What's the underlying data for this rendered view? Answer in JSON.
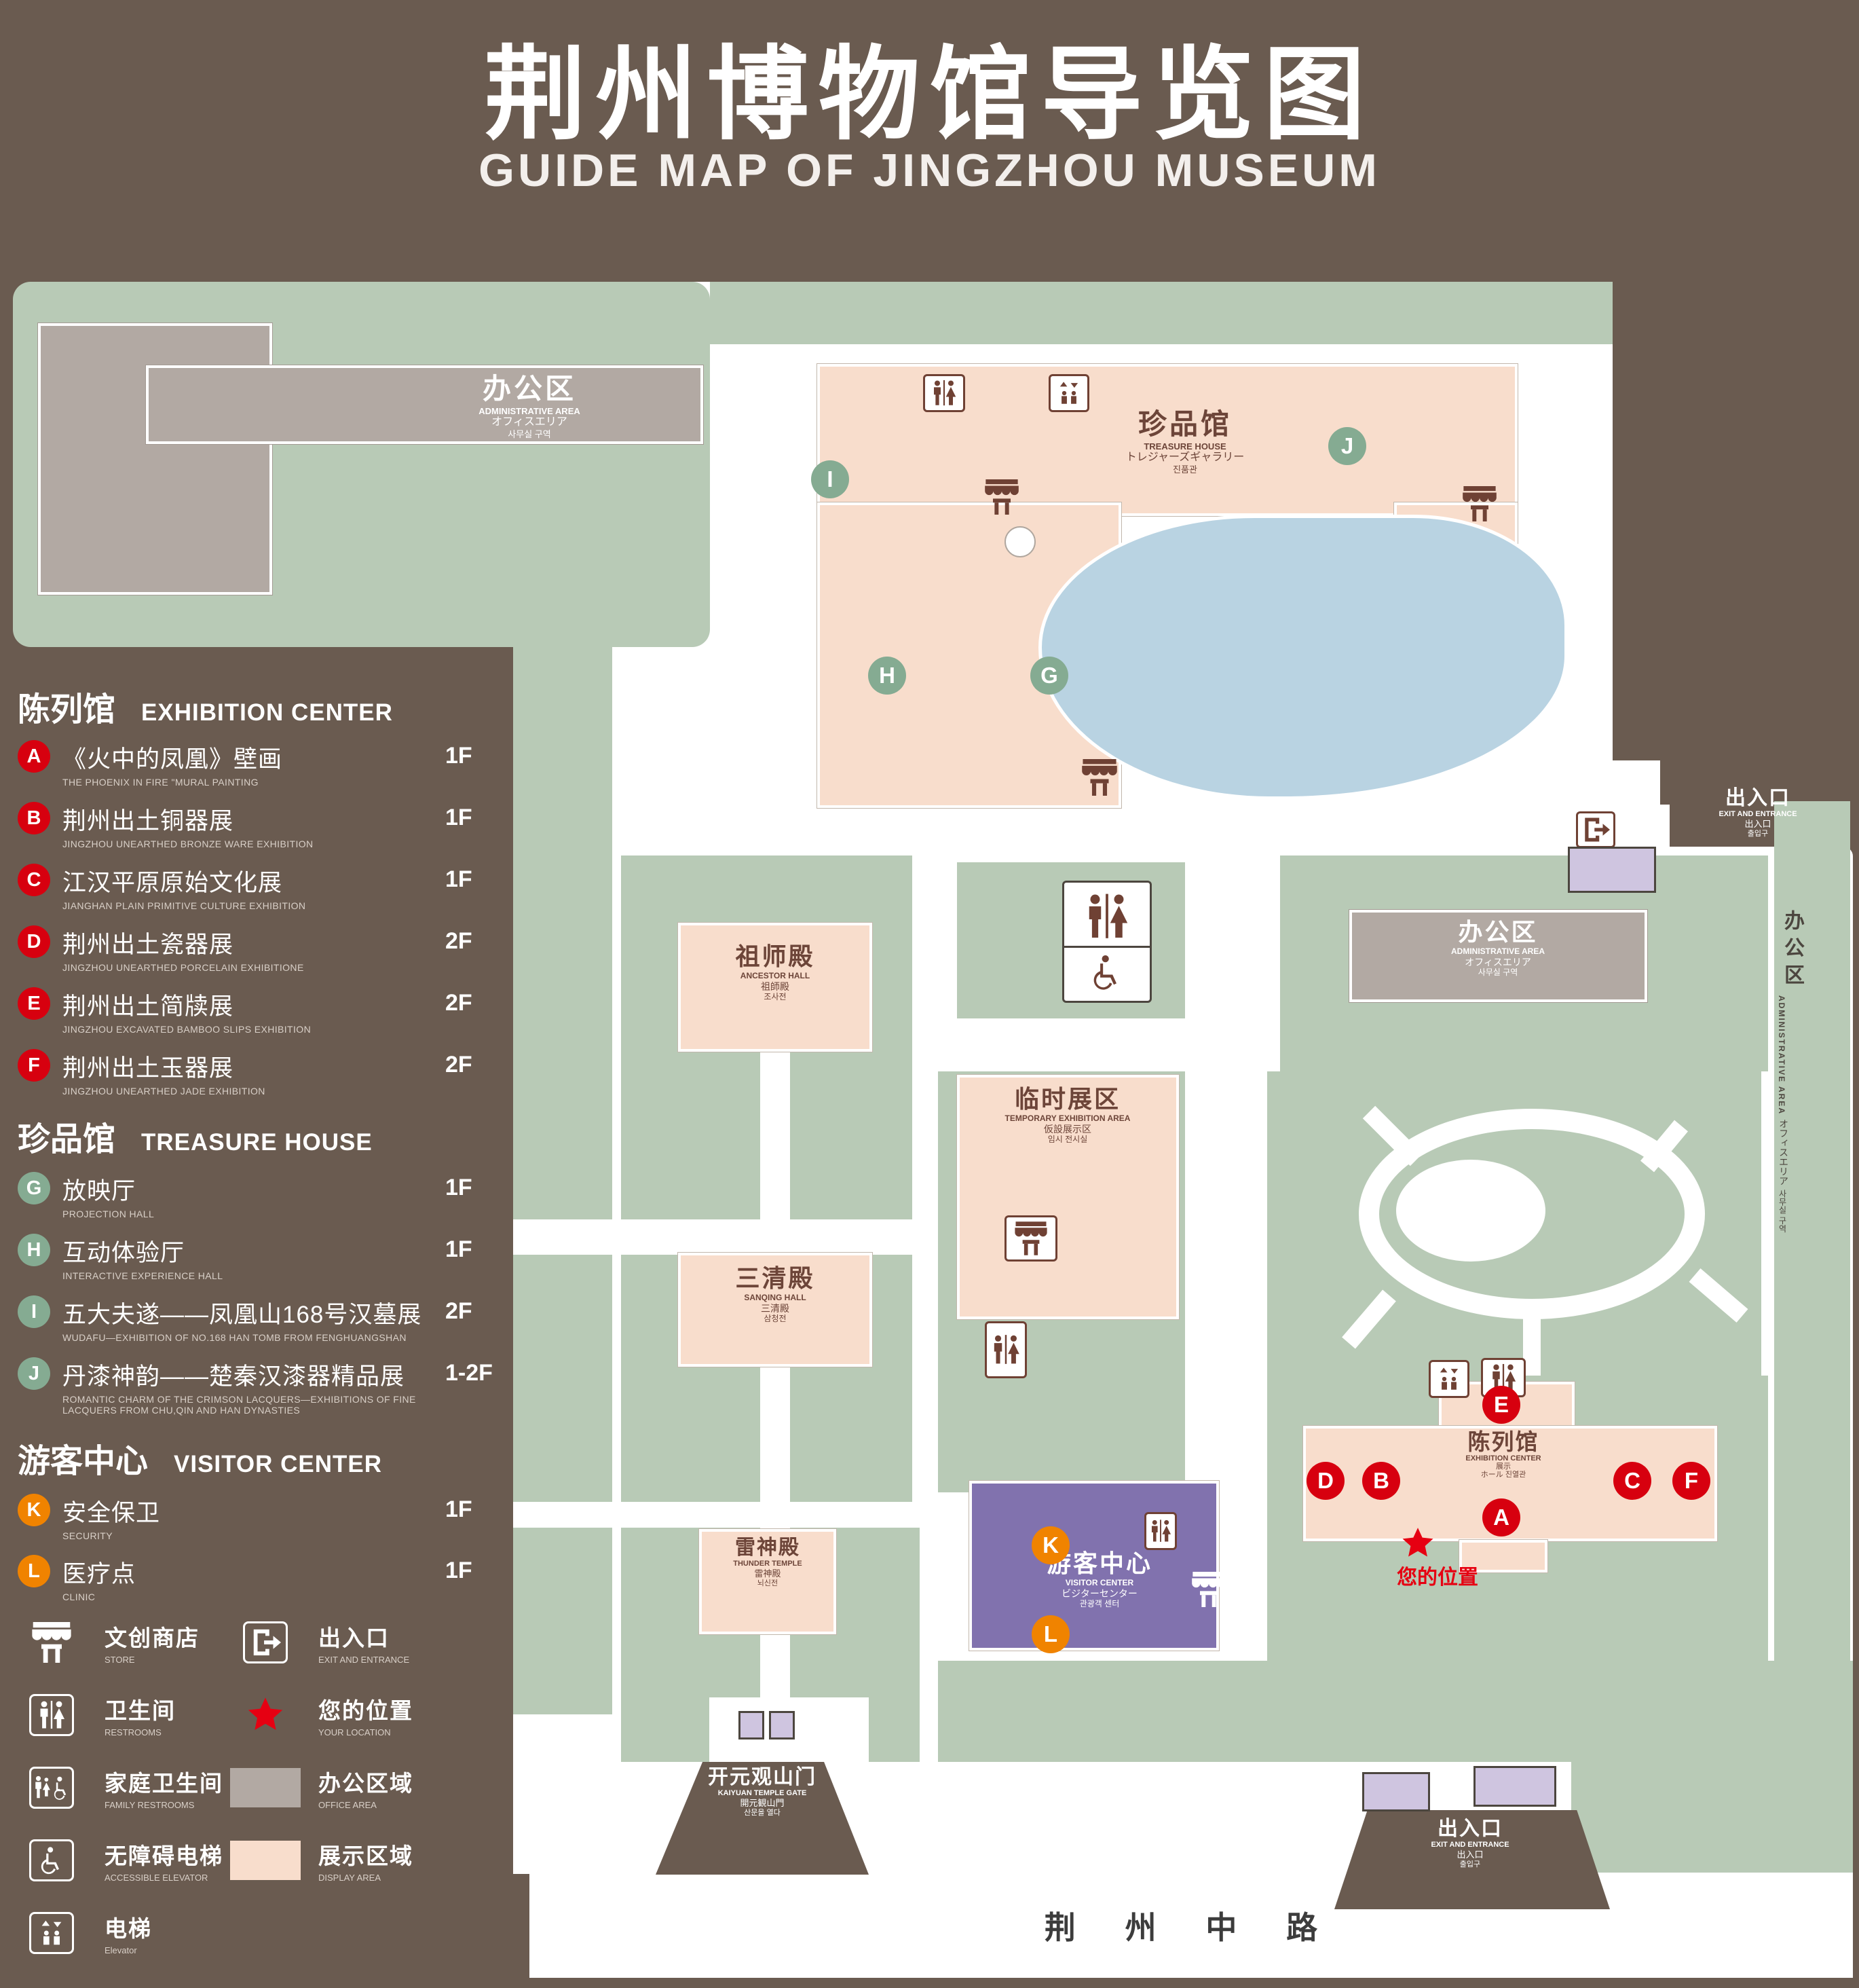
{
  "header": {
    "title_zh": "荆州博物馆导览图",
    "title_en": "GUIDE MAP OF JINGZHOU MUSEUM"
  },
  "colors": {
    "background_brown": "#6a5b50",
    "landscape_green": "#b8cab6",
    "display_area_pink": "#f8ddcc",
    "office_area_gray": "#b2a9a3",
    "lake_blue": "#b9d3e2",
    "visitor_center_purple": "#8172ae",
    "entrance_lavender": "#cfc5e0",
    "icon_maroon": "#6f4134",
    "marker_red": "#d7000f",
    "marker_green": "#85ab92",
    "marker_orange": "#f08300",
    "location_red": "#e60012"
  },
  "legend": {
    "sections": [
      {
        "heading_zh": "陈列馆",
        "heading_en": "EXHIBITION CENTER",
        "items": [
          {
            "letter": "A",
            "zh": "《火中的凤凰》壁画",
            "en": "THE PHOENIX IN FIRE \"MURAL PAINTING",
            "floor": "1F"
          },
          {
            "letter": "B",
            "zh": "荆州出土铜器展",
            "en": "JINGZHOU UNEARTHED BRONZE WARE EXHIBITION",
            "floor": "1F"
          },
          {
            "letter": "C",
            "zh": "江汉平原原始文化展",
            "en": "JIANGHAN PLAIN PRIMITIVE CULTURE EXHIBITION",
            "floor": "1F"
          },
          {
            "letter": "D",
            "zh": "荆州出土瓷器展",
            "en": "JINGZHOU UNEARTHED PORCELAIN EXHIBITIONE",
            "floor": "2F"
          },
          {
            "letter": "E",
            "zh": "荆州出土简牍展",
            "en": "JINGZHOU EXCAVATED BAMBOO SLIPS EXHIBITION",
            "floor": "2F"
          },
          {
            "letter": "F",
            "zh": "荆州出土玉器展",
            "en": "JINGZHOU UNEARTHED JADE EXHIBITION",
            "floor": "2F"
          }
        ]
      },
      {
        "heading_zh": "珍品馆",
        "heading_en": "TREASURE HOUSE",
        "items": [
          {
            "letter": "G",
            "zh": "放映厅",
            "en": "PROJECTION HALL",
            "floor": "1F"
          },
          {
            "letter": "H",
            "zh": "互动体验厅",
            "en": "INTERACTIVE EXPERIENCE HALL",
            "floor": "1F"
          },
          {
            "letter": "I",
            "zh": "五大夫遂——凤凰山168号汉墓展",
            "en": "WUDAFU—EXHIBITION OF NO.168 HAN TOMB FROM FENGHUANGSHAN",
            "floor": "2F"
          },
          {
            "letter": "J",
            "zh": "丹漆神韵——楚秦汉漆器精品展",
            "en": "ROMANTIC CHARM OF THE CRIMSON LACQUERS—EXHIBITIONS OF FINE LACQUERS FROM CHU,QIN AND HAN DYNASTIES",
            "floor": "1-2F"
          }
        ]
      },
      {
        "heading_zh": "游客中心",
        "heading_en": "VISITOR CENTER",
        "items": [
          {
            "letter": "K",
            "zh": "安全保卫",
            "en": "SECURITY",
            "floor": "1F"
          },
          {
            "letter": "L",
            "zh": "医疗点",
            "en": "CLINIC",
            "floor": "1F"
          }
        ]
      }
    ],
    "symbols": [
      {
        "icon": "store-icon",
        "zh": "文创商店",
        "en": "STORE"
      },
      {
        "icon": "exit-icon",
        "zh": "出入口",
        "en": "EXIT AND ENTRANCE"
      },
      {
        "icon": "restroom-icon",
        "zh": "卫生间",
        "en": "RESTROOMS"
      },
      {
        "icon": "location-star-icon",
        "zh": "您的位置",
        "en": "YOUR LOCATION"
      },
      {
        "icon": "family-restroom-icon",
        "zh": "家庭卫生间",
        "en": "FAMILY RESTROOMS"
      },
      {
        "icon": "office-area-swatch",
        "zh": "办公区域",
        "en": "OFFICE AREA"
      },
      {
        "icon": "accessible-elevator-icon",
        "zh": "无障碍电梯",
        "en": "ACCESSIBLE ELEVATOR"
      },
      {
        "icon": "display-area-swatch",
        "zh": "展示区域",
        "en": "DISPLAY AREA"
      },
      {
        "icon": "elevator-icon",
        "zh": "电梯",
        "en": "Elevator"
      }
    ]
  },
  "map": {
    "admin_top": {
      "zh": "办公区",
      "en": "ADMINISTRATIVE AREA",
      "ja": "オフィスエリア",
      "ko": "사무실 구역"
    },
    "treasure_house": {
      "zh": "珍品馆",
      "en": "TREASURE HOUSE",
      "ja": "トレジャーズギャラリー",
      "ko": "진품관"
    },
    "exit_right": {
      "zh": "出入口",
      "en": "EXIT AND ENTRANCE",
      "ja": "出入口",
      "ko": "출입구"
    },
    "admin_mid": {
      "zh": "办公区",
      "en": "ADMINISTRATIVE AREA",
      "ja": "オフィスエリア",
      "ko": "사무실 구역"
    },
    "admin_side": {
      "zh": "办公区",
      "en": "ADMINISTRATIVE AREA",
      "ja": "オフィスエリア",
      "ko": "사무실 구역"
    },
    "ancestor_hall": {
      "zh": "祖师殿",
      "en": "ANCESTOR HALL",
      "ja": "祖師殿",
      "ko": "조사전"
    },
    "temporary_area": {
      "zh": "临时展区",
      "en": "TEMPORARY EXHIBITION AREA",
      "ja": "仮設展示区",
      "ko": "임시 전시실"
    },
    "sanqing_hall": {
      "zh": "三清殿",
      "en": "SANQING HALL",
      "ja": "三清殿",
      "ko": "삼청전"
    },
    "thunder_temple": {
      "zh": "雷神殿",
      "en": "THUNDER TEMPLE",
      "ja": "雷神殿",
      "ko": "뇌신전"
    },
    "visitor_center": {
      "zh": "游客中心",
      "en": "VISITOR CENTER",
      "ja": "ビジターセンター",
      "ko": "관광객 센터"
    },
    "exhibition_center": {
      "zh": "陈列馆",
      "en": "EXHIBITION CENTER",
      "ja": "展示",
      "ko": "ホール 진열관"
    },
    "your_location": {
      "zh": "您的位置"
    },
    "kaiyuan_gate": {
      "zh": "开元观山门",
      "en": "KAIYUAN TEMPLE GATE",
      "ja": "開元観山門",
      "ko": "산문을 열다"
    },
    "exit_bottom": {
      "zh": "出入口",
      "en": "EXIT AND ENTRANCE",
      "ja": "出入口",
      "ko": "출입구"
    },
    "road": {
      "name": "荆 州 中 路"
    },
    "markers": {
      "a": "A",
      "b": "B",
      "c": "C",
      "d": "D",
      "e": "E",
      "f": "F",
      "g": "G",
      "h": "H",
      "i": "I",
      "j": "J",
      "k": "K",
      "l": "L"
    }
  }
}
